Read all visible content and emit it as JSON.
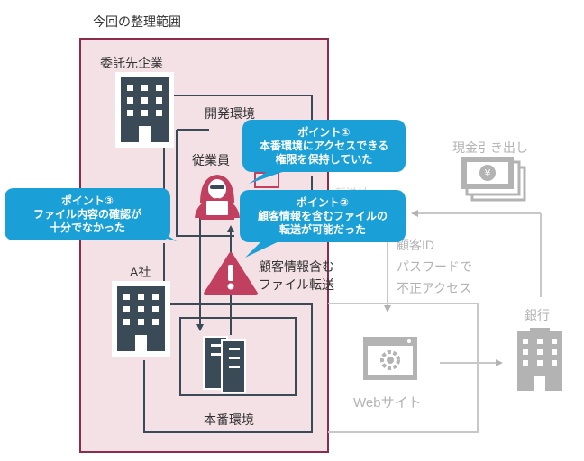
{
  "scope_title": "今回の整理範囲",
  "contractor": "委託先企業",
  "dev_env": "開発環境",
  "employee": "従業員",
  "company_a": "A社",
  "prod_env": "本番環境",
  "transfer_label_1": "顧客情報含む",
  "transfer_label_2": "ファイル転送",
  "cash_out": "現金引き出し",
  "bank": "銀行",
  "website": "Webサイト",
  "stolen_1": "顧客ID",
  "stolen_2": "パスワードで",
  "stolen_3": "不正アクセス",
  "faded_text": "転送付",
  "points": [
    {
      "title": "ポイント①",
      "line1": "本番環境にアクセスできる",
      "line2": "権限を保持していた"
    },
    {
      "title": "ポイント②",
      "line1": "顧客情報を含むファイルの",
      "line2": "転送が可能だった"
    },
    {
      "title": "ポイント③",
      "line1": "ファイル内容の確認が",
      "line2": "十分でなかった"
    }
  ],
  "colors": {
    "scope_border": "#8b2c4e",
    "scope_fill": "#f3e1e6",
    "dark_icon": "#3b4a57",
    "warning": "#c2405f",
    "callout": "#1a9fd6",
    "gray": "#b3b3b3"
  }
}
